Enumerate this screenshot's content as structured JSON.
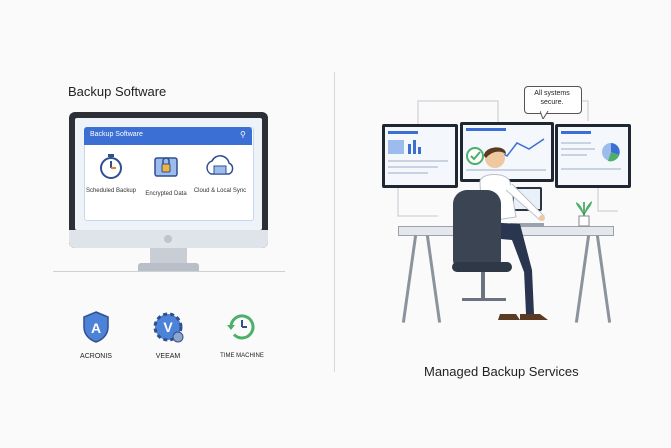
{
  "left_panel": {
    "title": "Backup Software",
    "app": {
      "title": "Backup Software"
    },
    "features": [
      {
        "icon": "stopwatch-icon",
        "label": "Scheduled Backup"
      },
      {
        "icon": "lock-folder-icon",
        "label": "Encrypted Data"
      },
      {
        "icon": "cloud-sync-icon",
        "label": "Cloud & Local Sync"
      }
    ],
    "brands": [
      {
        "icon": "acronis-shield-icon",
        "label": "ACRONIS"
      },
      {
        "icon": "veeam-gear-icon",
        "label": "VEEAM"
      },
      {
        "icon": "time-machine-clock-icon",
        "label": "TIME MACHINE"
      }
    ]
  },
  "right_panel": {
    "title": "Managed Backup Services",
    "speech_bubble": "All systems secure."
  },
  "colors": {
    "accent_blue": "#3b6fd4",
    "dark_frame": "#2c2f36",
    "green": "#4caf6a"
  }
}
